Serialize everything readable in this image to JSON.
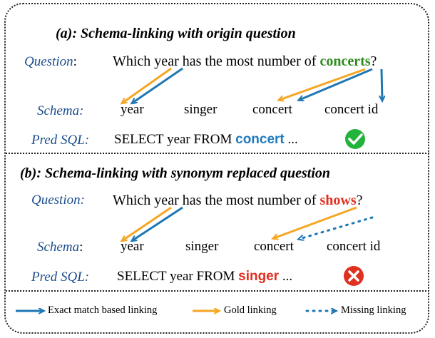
{
  "panel_a": {
    "heading": "(a): Schema-linking with origin question",
    "question_label": "Question",
    "question_text_pre": "Which year has the most number of ",
    "question_keyword": "concerts",
    "question_end": "?",
    "schema_label": "Schema:",
    "schema_items": [
      "year",
      "singer",
      "concert",
      "concert id"
    ],
    "sql_label": "Pred SQL:",
    "sql_pre": "SELECT year FROM ",
    "sql_table": "concert",
    "sql_post": " ...",
    "result_icon": "check-icon"
  },
  "panel_b": {
    "heading": "(b): Schema-linking with synonym replaced question",
    "question_label": "Question:",
    "question_text_pre": "Which year has the most number of ",
    "question_keyword": "shows",
    "question_end": "?",
    "schema_label": "Schema",
    "schema_items": [
      "year",
      "singer",
      "concert",
      "concert id"
    ],
    "sql_label": "Pred SQL:",
    "sql_pre": "SELECT year FROM ",
    "sql_table": "singer",
    "sql_post": " ...",
    "result_icon": "cross-icon"
  },
  "legend": {
    "exact": "Exact match based linking",
    "gold": "Gold linking",
    "missing": "Missing linking"
  },
  "colors": {
    "exact_arrow": "#1f77b4",
    "gold_arrow": "#f5a623",
    "label_blue": "#1a4d8c",
    "check_green": "#22b33a",
    "cross_red": "#e03020"
  }
}
